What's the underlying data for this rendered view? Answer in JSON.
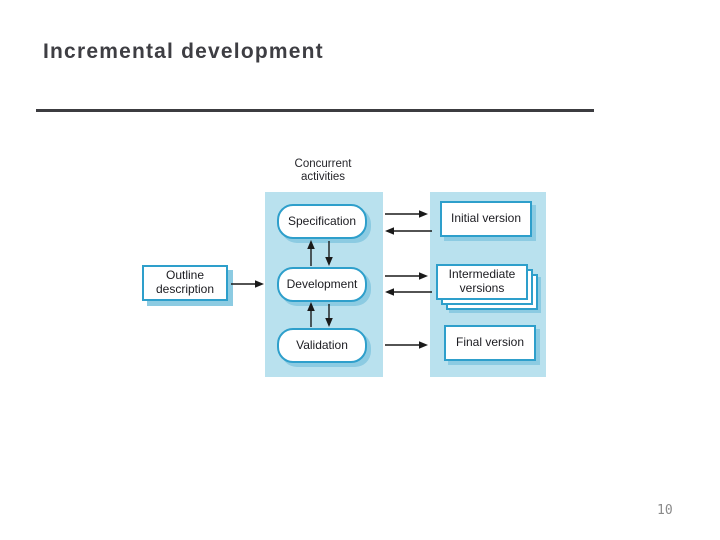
{
  "slide": {
    "title": "Incremental development",
    "page_number": "10"
  },
  "diagram": {
    "concurrent_label": "Concurrent activities",
    "activities": [
      {
        "label": "Specification"
      },
      {
        "label": "Development"
      },
      {
        "label": "Validation"
      }
    ],
    "outline_label": "Outline description",
    "outputs": [
      {
        "label": "Initial version"
      },
      {
        "label": "Intermediate versions"
      },
      {
        "label": "Final version"
      }
    ],
    "arrows": [
      "outline-description-to-development",
      "specification-to-initial-version",
      "initial-version-to-specification",
      "development-to-intermediate-versions",
      "intermediate-versions-to-development",
      "validation-to-final-version",
      "development-to-specification-up",
      "specification-to-development-down",
      "validation-to-development-up",
      "development-to-validation-down"
    ],
    "colors": {
      "panel_blue": "#b9e1ee",
      "box_border_blue": "#2e9fcb",
      "shadow_blue": "#8ccbe2",
      "arrow_black": "#1a1a1a",
      "title_gray": "#3e3e43",
      "rule_gray": "#3c3c40",
      "page_number_gray": "#8a8a8a",
      "label_dark": "#1b1b20"
    }
  }
}
